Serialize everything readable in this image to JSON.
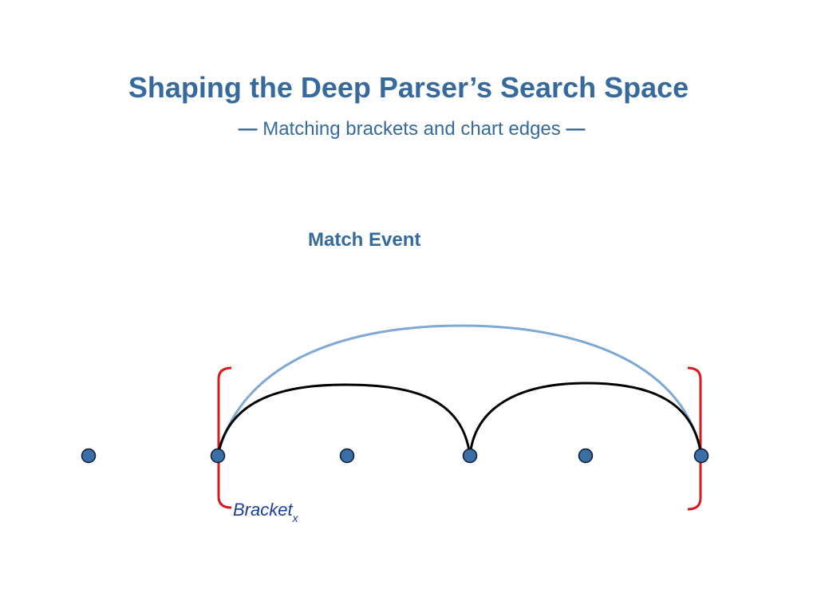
{
  "slide": {
    "title": "Shaping the Deep Parser’s Search Space",
    "subtitle_dash_left": "—",
    "subtitle_text": "Matching brackets and chart edges",
    "subtitle_dash_right": "—"
  },
  "diagram": {
    "event_label": "Match Event",
    "bracket_label": "Bracket",
    "bracket_label_subscript": "x",
    "node_count": 6,
    "colors": {
      "node_fill": "#3a6ea5",
      "node_stroke": "#0d1b2a",
      "bracket": "#d9181f",
      "outer_arc": "#7fa8d2",
      "inner_arc": "#000000",
      "title": "#366a9c",
      "bracket_label": "#1a3f9e"
    }
  }
}
